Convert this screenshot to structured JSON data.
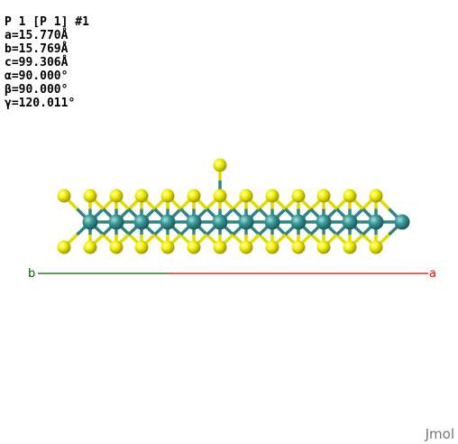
{
  "cell_info": {
    "space_group": "P 1 [P 1] #1",
    "a": "a=15.770Å",
    "b": "b=15.769Å",
    "c": "c=99.306Å",
    "alpha": "α=90.000°",
    "beta": "β=90.000°",
    "gamma": "γ=120.011°"
  },
  "axes": {
    "b_label": "b",
    "a_label": "a",
    "b_color": "#006400",
    "a_color": "#ff0000"
  },
  "atom_colors": {
    "sulfur": "#ffff30",
    "metal": "#3a9a9a"
  },
  "branding": "Jmol"
}
